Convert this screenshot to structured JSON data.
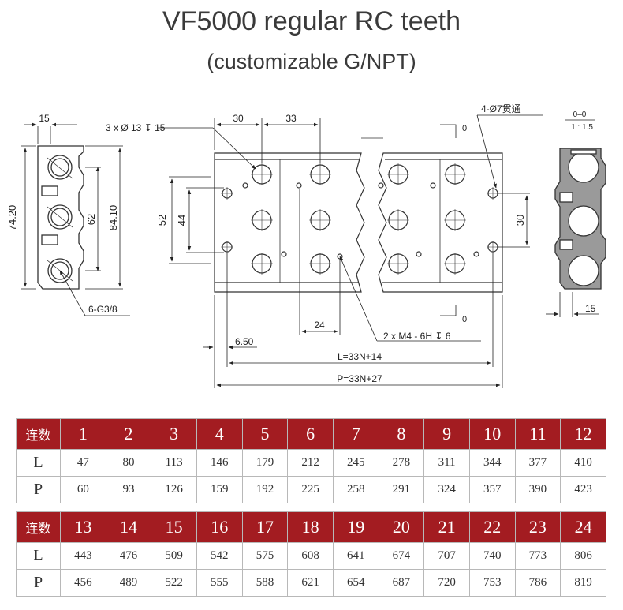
{
  "title": "VF5000 regular RC teeth",
  "subtitle": "(customizable G/NPT)",
  "drawing": {
    "left_view": {
      "dim_top": "15",
      "dim_height_outer": "74.20",
      "dim_height_mid": "62",
      "dim_height_right": "84.10",
      "port_label": "6-G3/8"
    },
    "front_view": {
      "hole_note": "3 x Ø 13 ↧ 15",
      "dim_30": "30",
      "dim_33": "33",
      "dim_52": "52",
      "dim_44": "44",
      "dim_24": "24",
      "dim_650": "6.50",
      "thread_note": "2 x M4 - 6H ↧ 6",
      "dim_L": "L=33N+14",
      "dim_P": "P=33N+27",
      "through_note": "4-Ø7贯通",
      "dim_30_right": "30",
      "section_top": "0",
      "section_bottom": "0"
    },
    "section_view": {
      "label": "0–0",
      "scale": "1 : 1.5",
      "dim_15": "15"
    }
  },
  "table1": {
    "header_label": "连数",
    "units": [
      "1",
      "2",
      "3",
      "4",
      "5",
      "6",
      "7",
      "8",
      "9",
      "10",
      "11",
      "12"
    ],
    "rows": [
      {
        "label": "L",
        "values": [
          "47",
          "80",
          "113",
          "146",
          "179",
          "212",
          "245",
          "278",
          "311",
          "344",
          "377",
          "410"
        ]
      },
      {
        "label": "P",
        "values": [
          "60",
          "93",
          "126",
          "159",
          "192",
          "225",
          "258",
          "291",
          "324",
          "357",
          "390",
          "423"
        ]
      }
    ]
  },
  "table2": {
    "header_label": "连数",
    "units": [
      "13",
      "14",
      "15",
      "16",
      "17",
      "18",
      "19",
      "20",
      "21",
      "22",
      "23",
      "24"
    ],
    "rows": [
      {
        "label": "L",
        "values": [
          "443",
          "476",
          "509",
          "542",
          "575",
          "608",
          "641",
          "674",
          "707",
          "740",
          "773",
          "806"
        ]
      },
      {
        "label": "P",
        "values": [
          "456",
          "489",
          "522",
          "555",
          "588",
          "621",
          "654",
          "687",
          "720",
          "753",
          "786",
          "819"
        ]
      }
    ]
  }
}
